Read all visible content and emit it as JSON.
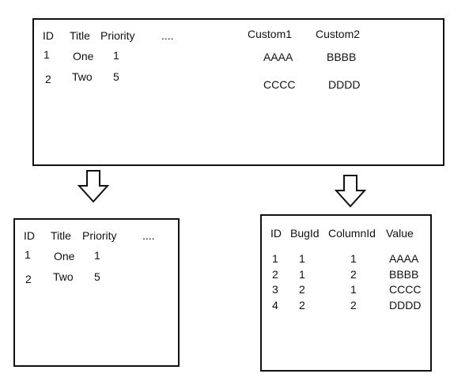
{
  "top_table": {
    "headers": [
      "ID",
      "Title",
      "Priority",
      "....",
      "Custom1",
      "Custom2"
    ],
    "rows": [
      [
        "1",
        "One",
        "1",
        "AAAA",
        "BBBB"
      ],
      [
        "2",
        "Two",
        "5",
        "CCCC",
        "DDDD"
      ]
    ]
  },
  "left_table": {
    "headers": [
      "ID",
      "Title",
      "Priority",
      "...."
    ],
    "rows": [
      [
        "1",
        "One",
        "1"
      ],
      [
        "2",
        "Two",
        "5"
      ]
    ]
  },
  "right_table": {
    "headers": [
      "ID",
      "BugId",
      "ColumnId",
      "Value"
    ],
    "rows": [
      [
        "1",
        "1",
        "1",
        "AAAA"
      ],
      [
        "2",
        "1",
        "2",
        "BBBB"
      ],
      [
        "3",
        "2",
        "1",
        "CCCC"
      ],
      [
        "4",
        "2",
        "2",
        "DDDD"
      ]
    ]
  }
}
